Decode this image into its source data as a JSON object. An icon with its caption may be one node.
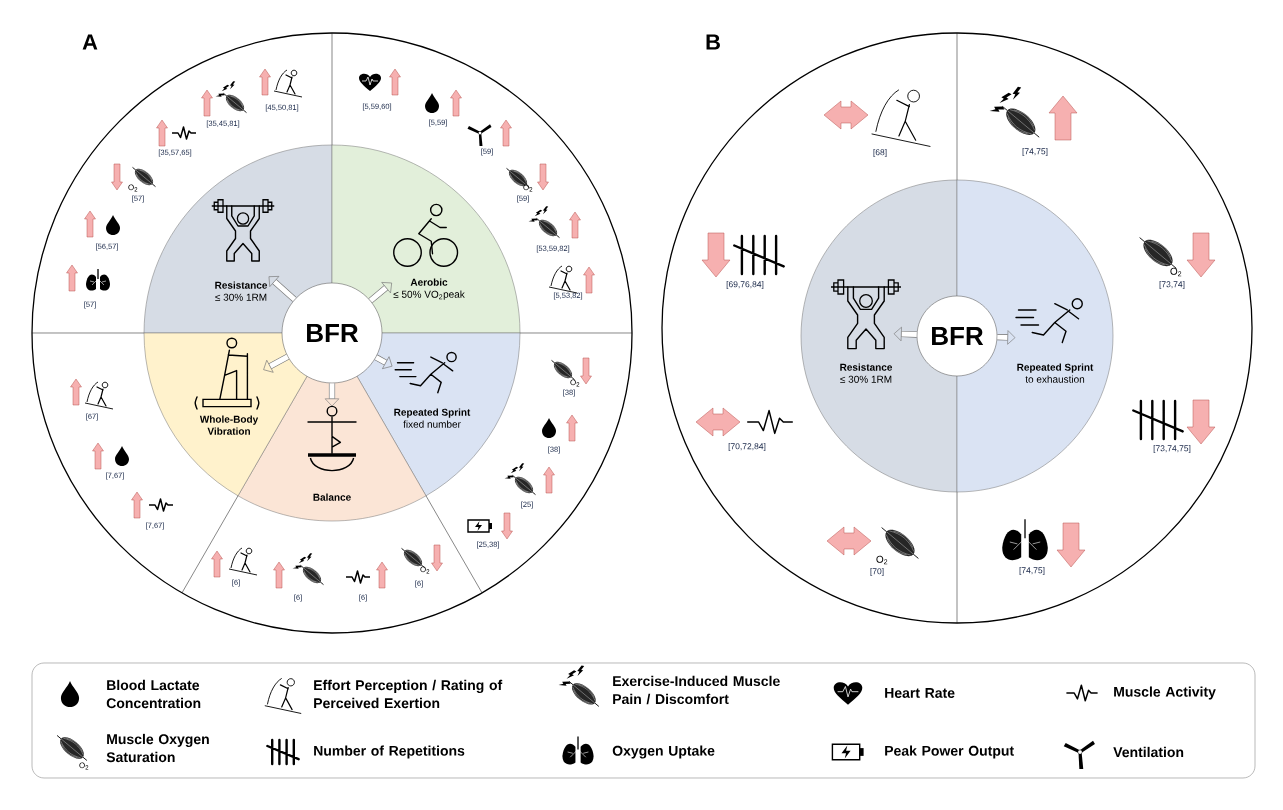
{
  "diagram": {
    "nodes": [
      {
        "text": [
          "BFR"
        ]
      },
      {
        "text": [
          "Resistance",
          "≤ 30% 1RM"
        ]
      },
      {
        "text": [
          "Aerobic",
          "≤ 50% VO$_{2}$peak"
        ]
      },
      {
        "text": [
          "Repeated Sprint",
          "fixed number"
        ]
      },
      {
        "text": [
          "Balance"
        ]
      },
      {
        "text": [
          "Whole-Body Vibration"
        ]
      },
      {
        "text": [
          "BFR"
        ]
      },
      {
        "text": [
          "Resistance",
          "≤ 30% 1RM"
        ]
      },
      {
        "text": [
          "Repeated Sprint",
          "to exhaustion"
        ]
      }
    ],
    "edges": [
      {
        "from": 0,
        "to": 1,
        "arrow": "to"
      },
      {
        "from": 0,
        "to": 2,
        "arrow": "to"
      },
      {
        "from": 0,
        "to": 3,
        "arrow": "to"
      },
      {
        "from": 0,
        "to": 4,
        "arrow": "to"
      },
      {
        "from": 0,
        "to": 5,
        "arrow": "to"
      },
      {
        "from": 6,
        "to": 7,
        "arrow": "to"
      },
      {
        "from": 6,
        "to": 8,
        "arrow": "to"
      }
    ],
    "labels": [
      "A",
      "[57]",
      "[56,57]",
      "O$_{2}$",
      "[57]",
      "[35,57,65]",
      "[35,45,81]",
      "[45,50,81]",
      "[5,59,60]",
      "[5,59]",
      "[59]",
      "O$_{2}$",
      "[59]",
      "[53,59,82]",
      "[5,53,82]",
      "O$_{2}$",
      "[38]",
      "[38]",
      "[25]",
      "[25,38]",
      "[6]",
      "[6]",
      "[6]",
      "O$_{2}$",
      "[6]",
      "[67]",
      "[7,67]",
      "[7,67]",
      "B",
      "[68]",
      "[74,75]",
      "[69,76,84]",
      "O$_{2}$",
      "[73,74]",
      "[70,72,84]",
      "[73,74,75]",
      "O$_{2}$",
      "[70]",
      "[74,75]",
      "O$_{2}$"
    ],
    "legend": [
      {
        "text": "Blood Lactate Concentration"
      },
      {
        "text": "Effort Perception / Rating of Perceived Exertion"
      },
      {
        "text": "Exercise-Induced Muscle Pain / Discomfort"
      },
      {
        "text": "Heart Rate"
      },
      {
        "text": "Muscle Activity"
      },
      {
        "text": "Muscle Oxygen Saturation"
      },
      {
        "text": "Number of Repetitions"
      },
      {
        "text": "Oxygen Uptake"
      },
      {
        "text": "Peak Power Output"
      },
      {
        "text": "Ventilation"
      }
    ]
  }
}
